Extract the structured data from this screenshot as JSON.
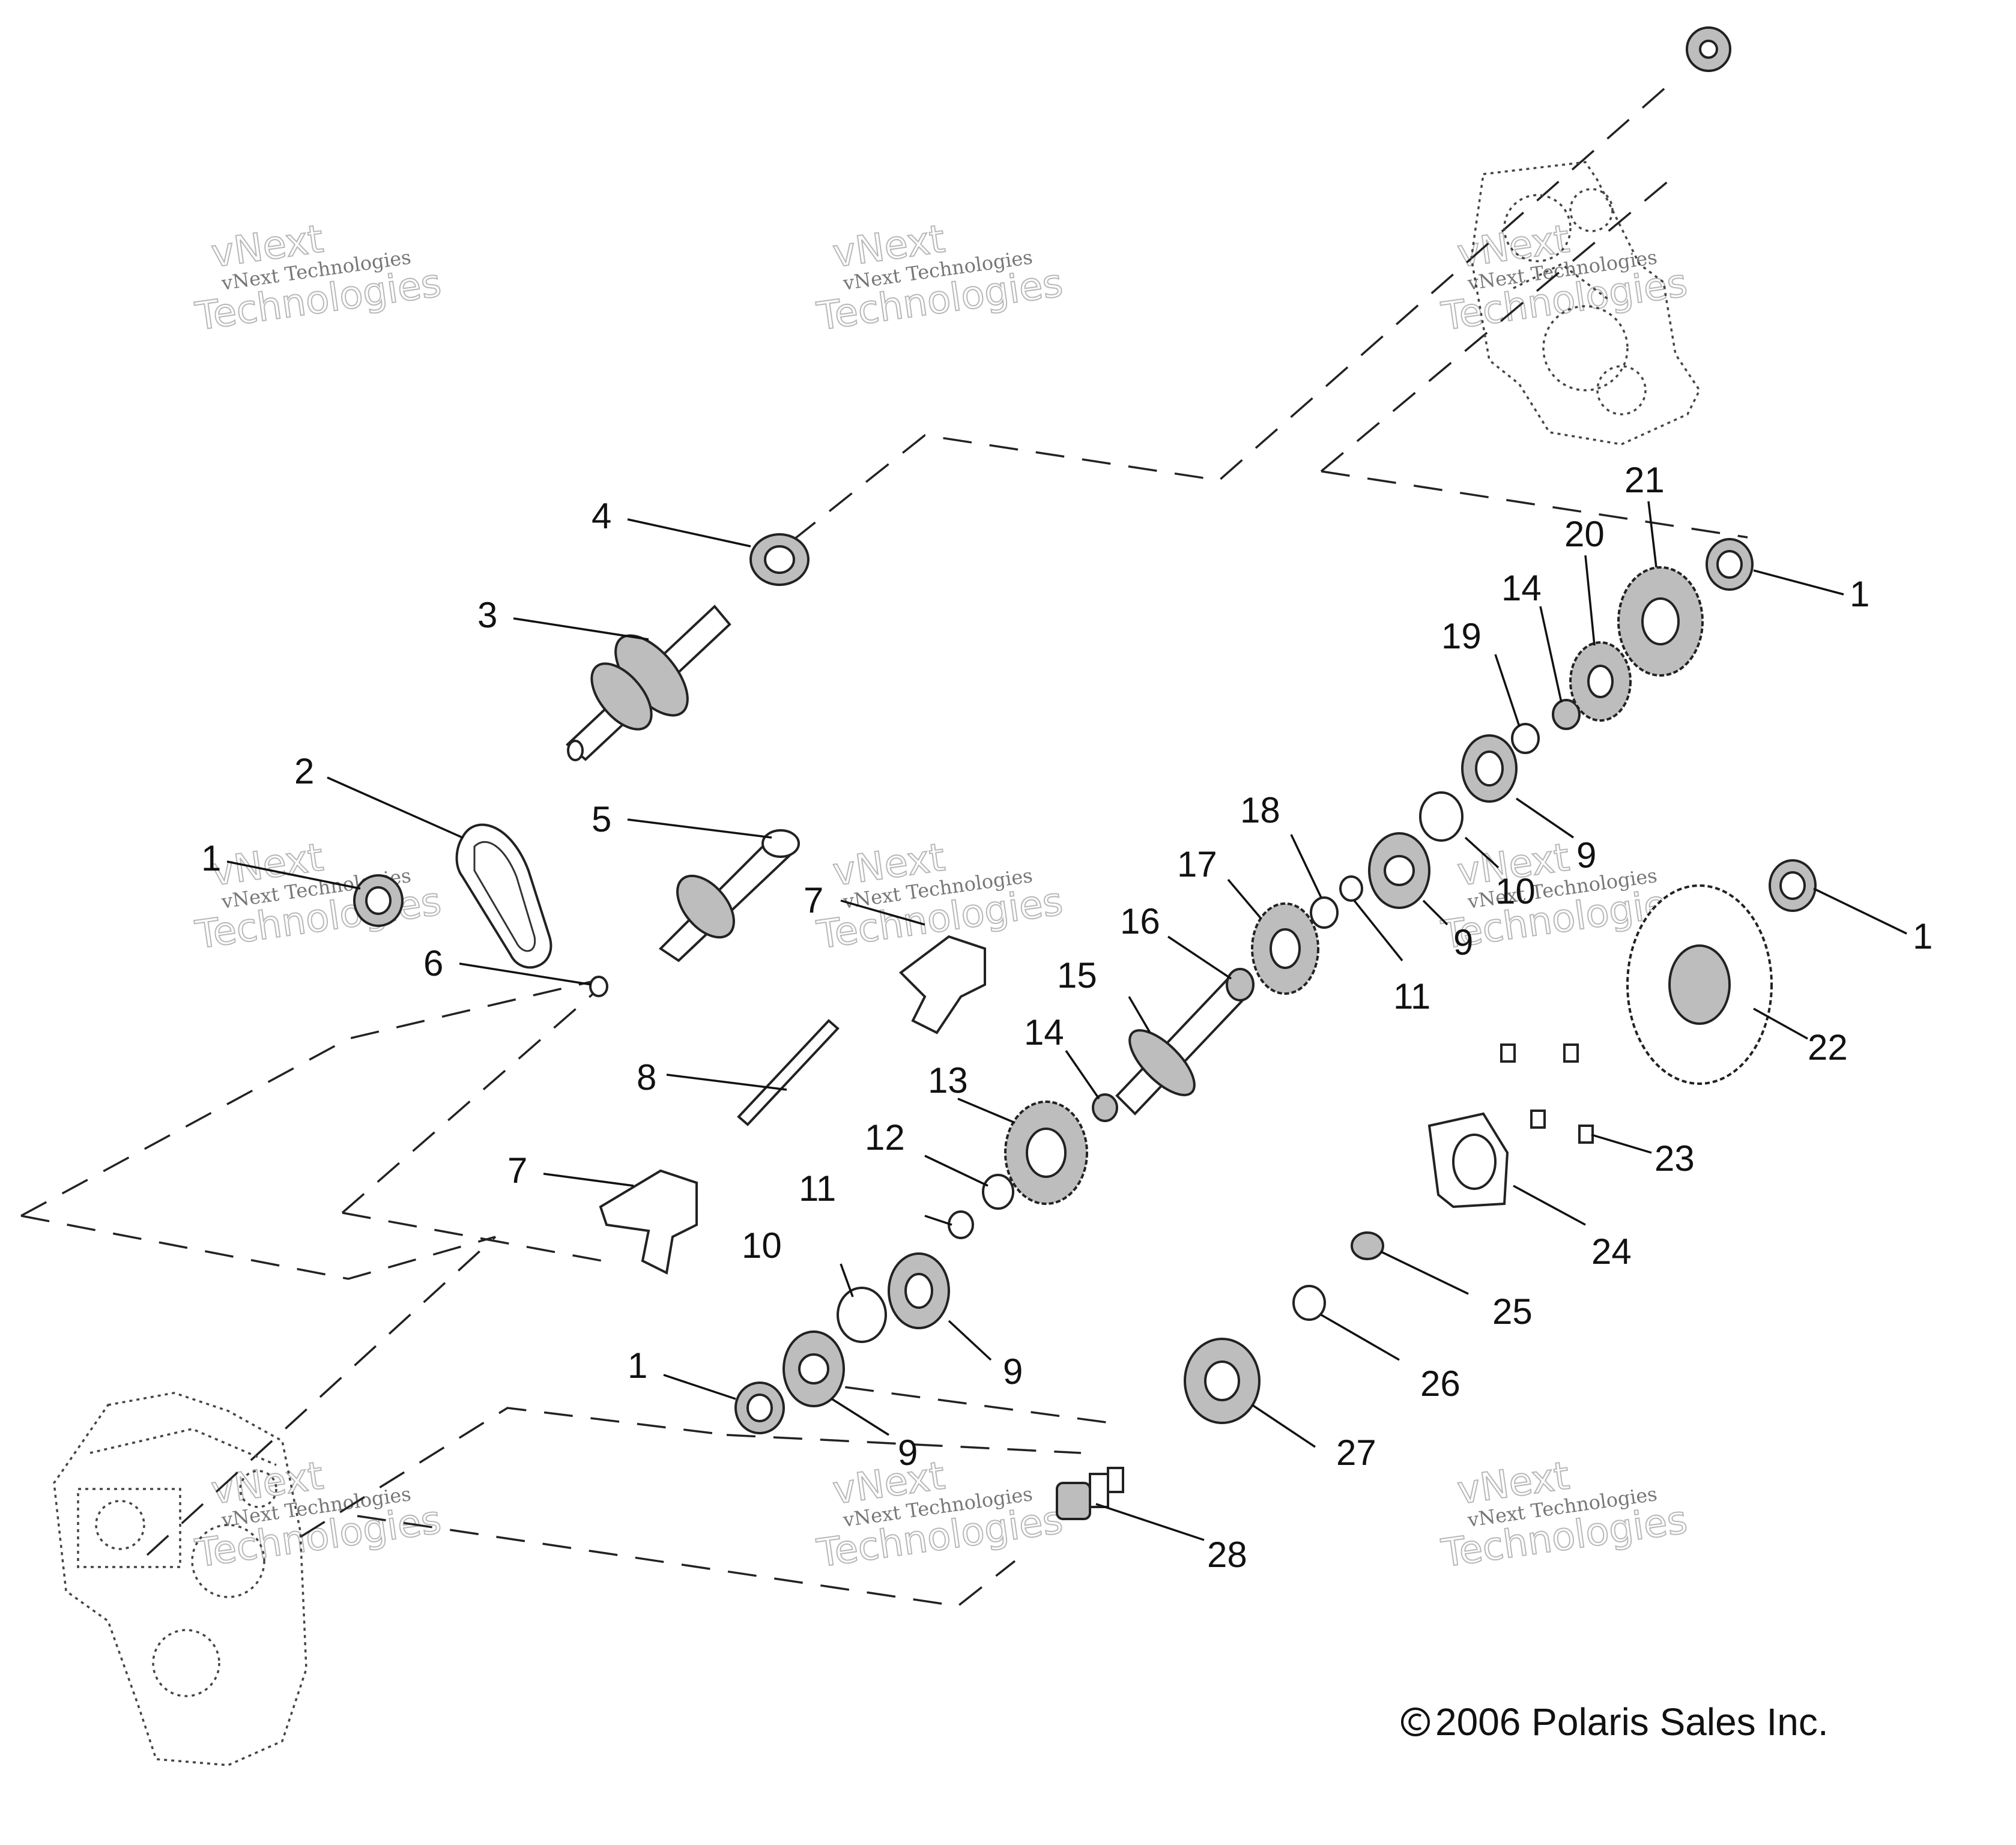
{
  "diagram": {
    "callouts": [
      "1",
      "2",
      "3",
      "4",
      "5",
      "6",
      "7",
      "8",
      "9",
      "10",
      "11",
      "12",
      "13",
      "14",
      "15",
      "16",
      "17",
      "18",
      "19",
      "20",
      "21",
      "22",
      "23",
      "24",
      "25",
      "26",
      "27",
      "28"
    ],
    "watermark": {
      "line1": "vNext",
      "line2": "vNext Technologies",
      "line3": "Technologies"
    },
    "copyright": "2006 Polaris Sales Inc."
  }
}
